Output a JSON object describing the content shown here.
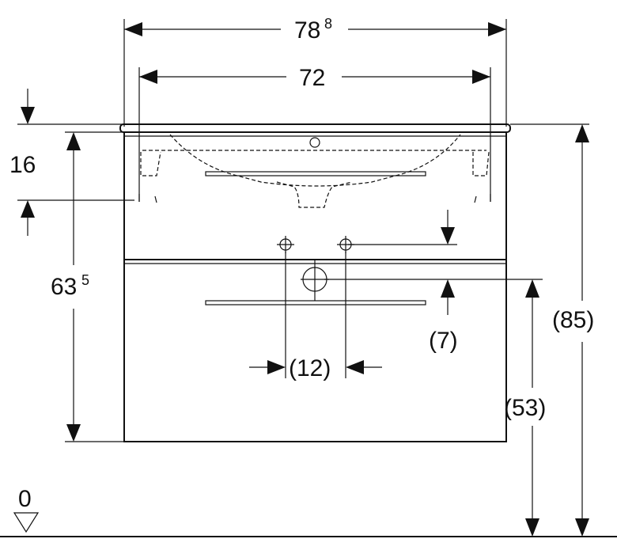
{
  "dimensions": {
    "overall_width": {
      "main": "78",
      "superscript": "8"
    },
    "inner_width": "72",
    "basin_depth": "16",
    "cabinet_height": {
      "main": "63",
      "superscript": "5"
    },
    "outlet_offset": "(7)",
    "connection_spacing": "(12)",
    "outlet_height": "(53)",
    "top_height": "(85)",
    "floor_level": "0"
  },
  "colors": {
    "line": "#111111",
    "background": "#ffffff"
  }
}
